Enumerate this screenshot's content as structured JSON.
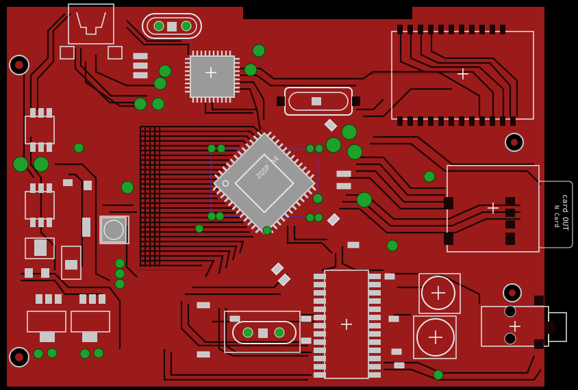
{
  "board": {
    "colors": {
      "background": "#000000",
      "copper": "#9b1b1b",
      "trace": "#1a0505",
      "silkscreen": "#e6e6e6",
      "via": "#1fa02a",
      "pad_gray": "#c8c8c8",
      "keepout": "#3a3acf"
    },
    "labels": {
      "chip_marking": "ZQ5P A4",
      "card_slot": "card OUT",
      "card_slot_side": "N Card"
    }
  }
}
